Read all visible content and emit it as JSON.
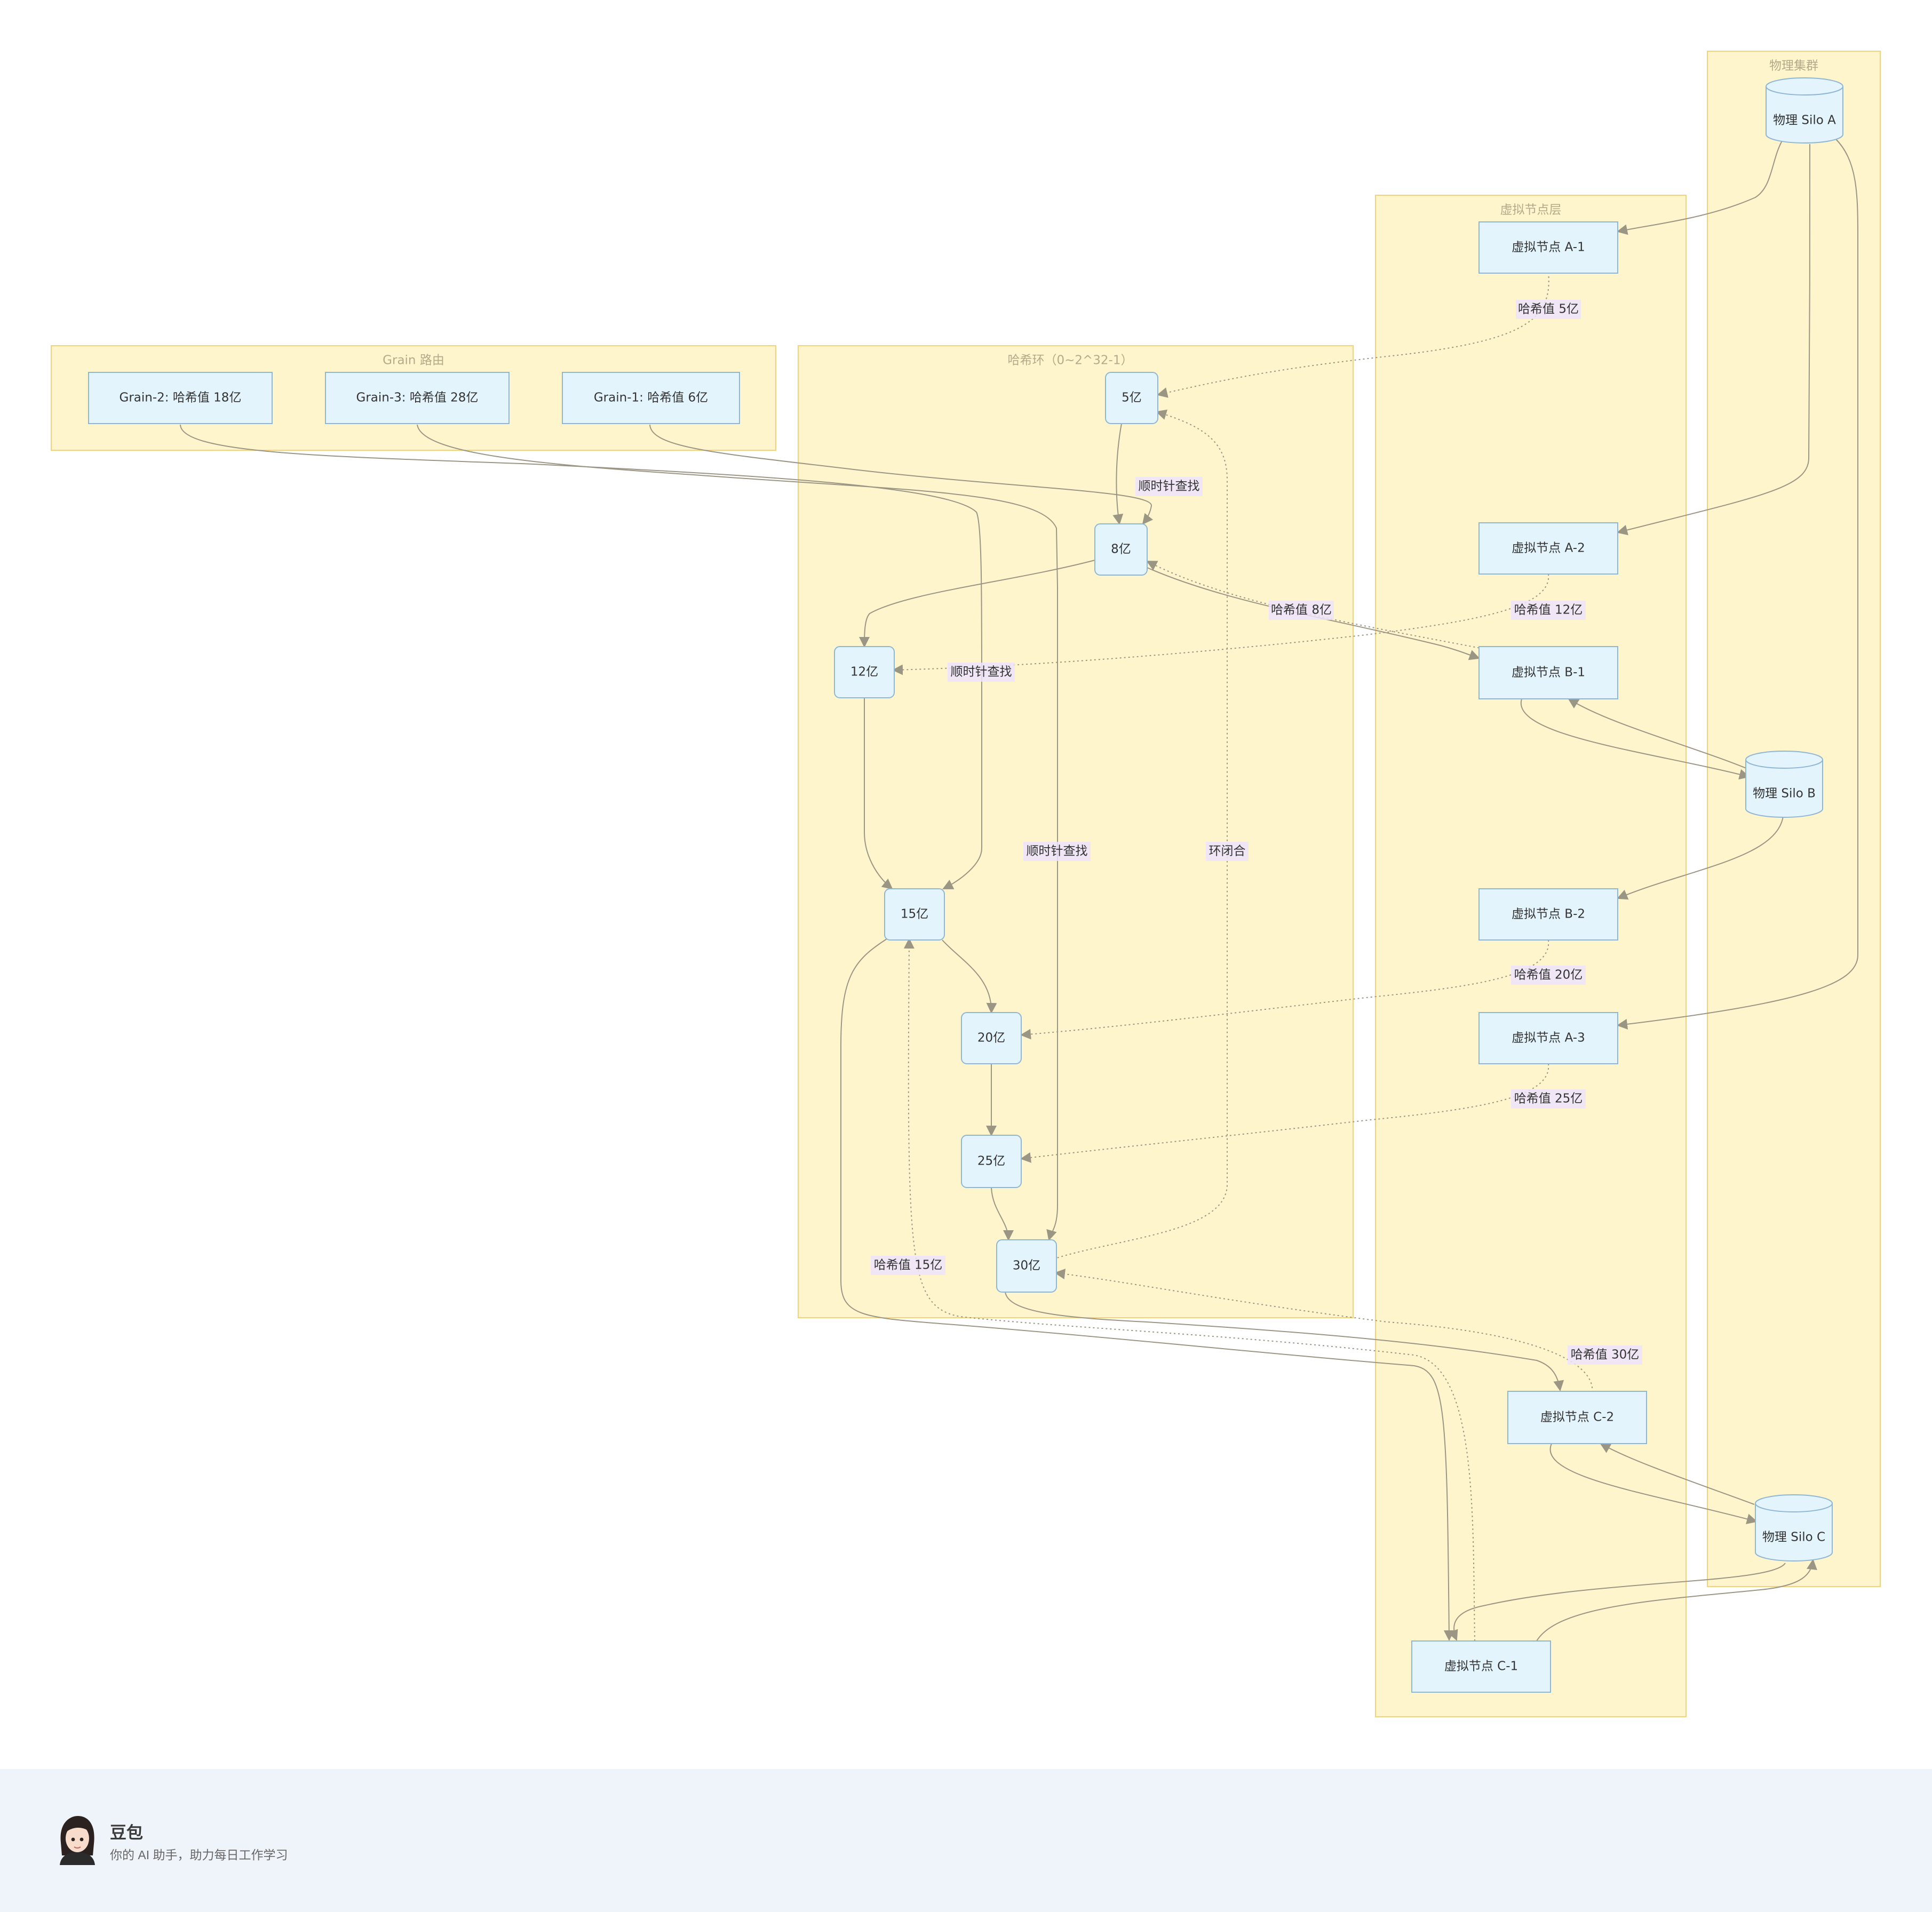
{
  "colors": {
    "cluster_fill": "#fff5cc",
    "cluster_stroke": "#f3d27a",
    "cluster_title": "#b5a98a",
    "node_fill": "#e3f4fc",
    "node_stroke": "#8fb6d6",
    "node_text": "#333333",
    "edge": "#9b9584",
    "label_bg": "#ede3fb",
    "label_text": "#333333",
    "footer_bg": "#eff3fa"
  },
  "diagram": {
    "clusters": [
      {
        "id": "grain",
        "title": "Grain 路由"
      },
      {
        "id": "ring",
        "title": "哈希环（0~2^32-1）"
      },
      {
        "id": "vnode",
        "title": "虚拟节点层"
      },
      {
        "id": "phys",
        "title": "物理集群"
      }
    ],
    "nodes": [
      {
        "id": "g2",
        "label": "Grain-2: 哈希值 18亿",
        "shape": "rect"
      },
      {
        "id": "g3",
        "label": "Grain-3: 哈希值 28亿",
        "shape": "rect"
      },
      {
        "id": "g1",
        "label": "Grain-1: 哈希值 6亿",
        "shape": "rect"
      },
      {
        "id": "r5",
        "label": "5亿",
        "shape": "round"
      },
      {
        "id": "r8",
        "label": "8亿",
        "shape": "round"
      },
      {
        "id": "r12",
        "label": "12亿",
        "shape": "round"
      },
      {
        "id": "r15",
        "label": "15亿",
        "shape": "round"
      },
      {
        "id": "r20",
        "label": "20亿",
        "shape": "round"
      },
      {
        "id": "r25",
        "label": "25亿",
        "shape": "round"
      },
      {
        "id": "r30",
        "label": "30亿",
        "shape": "round"
      },
      {
        "id": "va1",
        "label": "虚拟节点 A-1",
        "shape": "rect"
      },
      {
        "id": "va2",
        "label": "虚拟节点 A-2",
        "shape": "rect"
      },
      {
        "id": "vb1",
        "label": "虚拟节点 B-1",
        "shape": "rect"
      },
      {
        "id": "vb2",
        "label": "虚拟节点 B-2",
        "shape": "rect"
      },
      {
        "id": "va3",
        "label": "虚拟节点 A-3",
        "shape": "rect"
      },
      {
        "id": "vc2",
        "label": "虚拟节点 C-2",
        "shape": "rect"
      },
      {
        "id": "vc1",
        "label": "虚拟节点 C-1",
        "shape": "rect"
      },
      {
        "id": "pa",
        "label": "物理 Silo A",
        "shape": "cylinder"
      },
      {
        "id": "pb",
        "label": "物理 Silo B",
        "shape": "cylinder"
      },
      {
        "id": "pc",
        "label": "物理 Silo C",
        "shape": "cylinder"
      }
    ],
    "edges": [
      {
        "id": "e-pa-va1",
        "style": "solid"
      },
      {
        "id": "e-pa-va2",
        "style": "solid"
      },
      {
        "id": "e-pa-va3",
        "style": "solid"
      },
      {
        "id": "e-vb1-pb",
        "style": "solid"
      },
      {
        "id": "e-pb-vb1",
        "style": "solid"
      },
      {
        "id": "e-pb-vb2",
        "style": "solid"
      },
      {
        "id": "e-vc2-pc",
        "style": "solid"
      },
      {
        "id": "e-pc-vc2",
        "style": "solid"
      },
      {
        "id": "e-pc-vc1",
        "style": "solid"
      },
      {
        "id": "e-vc1-pc",
        "style": "solid"
      },
      {
        "id": "e-va1-r5",
        "style": "dotted",
        "label": "哈希值 5亿"
      },
      {
        "id": "e-vb1-r8",
        "style": "dotted",
        "label": "哈希值 8亿"
      },
      {
        "id": "e-va2-r12",
        "style": "dotted",
        "label": "哈希值 12亿"
      },
      {
        "id": "e-vb2-r20",
        "style": "dotted",
        "label": "哈希值 20亿"
      },
      {
        "id": "e-va3-r25",
        "style": "dotted",
        "label": "哈希值 25亿"
      },
      {
        "id": "e-vc2-r30",
        "style": "dotted",
        "label": "哈希值 30亿"
      },
      {
        "id": "e-vc1-r15",
        "style": "dotted",
        "label": "哈希值 15亿"
      },
      {
        "id": "e-r30-r5",
        "style": "dotted",
        "label": "环闭合"
      },
      {
        "id": "e-r5-r8",
        "style": "solid"
      },
      {
        "id": "e-r8-r12",
        "style": "solid"
      },
      {
        "id": "e-r12-r15",
        "style": "solid"
      },
      {
        "id": "e-r15-r20",
        "style": "solid"
      },
      {
        "id": "e-r20-r25",
        "style": "solid"
      },
      {
        "id": "e-r25-r30",
        "style": "solid"
      },
      {
        "id": "e-r8-vb1",
        "style": "solid"
      },
      {
        "id": "e-r15-vc1",
        "style": "solid"
      },
      {
        "id": "e-r30-vc2",
        "style": "solid"
      },
      {
        "id": "e-g1-r8",
        "style": "solid",
        "label": "顺时针查找"
      },
      {
        "id": "e-g2-r15",
        "style": "solid",
        "label": "顺时针查找"
      },
      {
        "id": "e-g3-r30",
        "style": "solid",
        "label": "顺时针查找"
      }
    ]
  },
  "footer": {
    "brand_name": "豆包",
    "tagline": "你的 AI 助手，助力每日工作学习"
  }
}
